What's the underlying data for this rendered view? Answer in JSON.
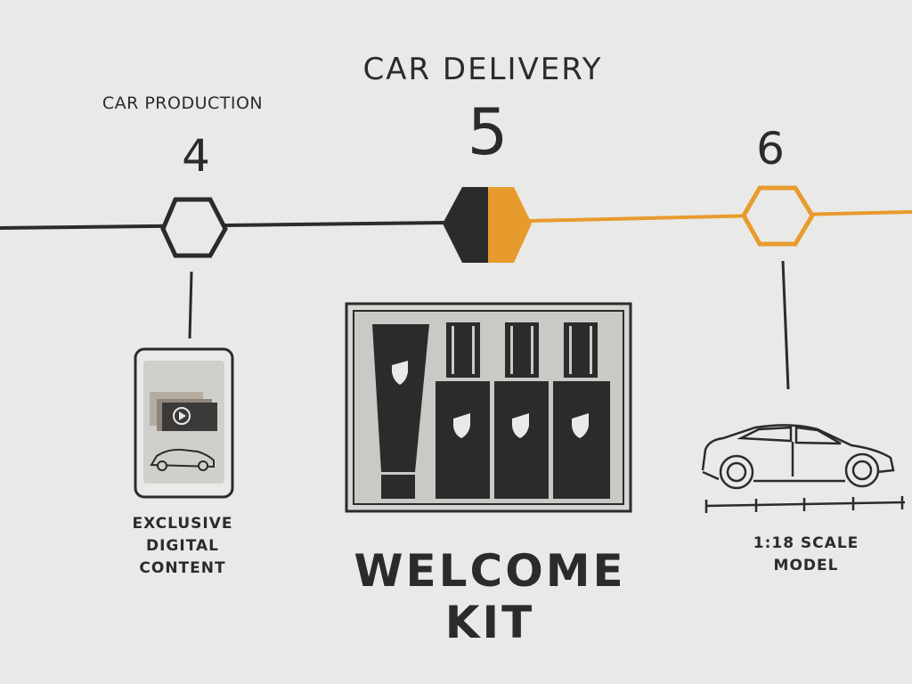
{
  "colors": {
    "background": "#e9e9e7",
    "ink": "#2b2b2b",
    "accent": "#e89b2d"
  },
  "timeline": {
    "stages": [
      {
        "label": "CAR PRODUCTION",
        "number": "4",
        "state": "completed",
        "item_icon": "phone-icon",
        "item_caption_lines": [
          "EXCLUSIVE",
          "DIGITAL",
          "CONTENT"
        ]
      },
      {
        "label": "CAR DELIVERY",
        "number": "5",
        "state": "current",
        "item_icon": "welcome-kit-icon",
        "item_caption_lines": [
          "WELCOME",
          "KIT"
        ]
      },
      {
        "label": "",
        "number": "6",
        "state": "upcoming",
        "item_icon": "car-model-icon",
        "item_caption_lines": [
          "1:18 SCALE",
          "MODEL"
        ]
      }
    ]
  }
}
